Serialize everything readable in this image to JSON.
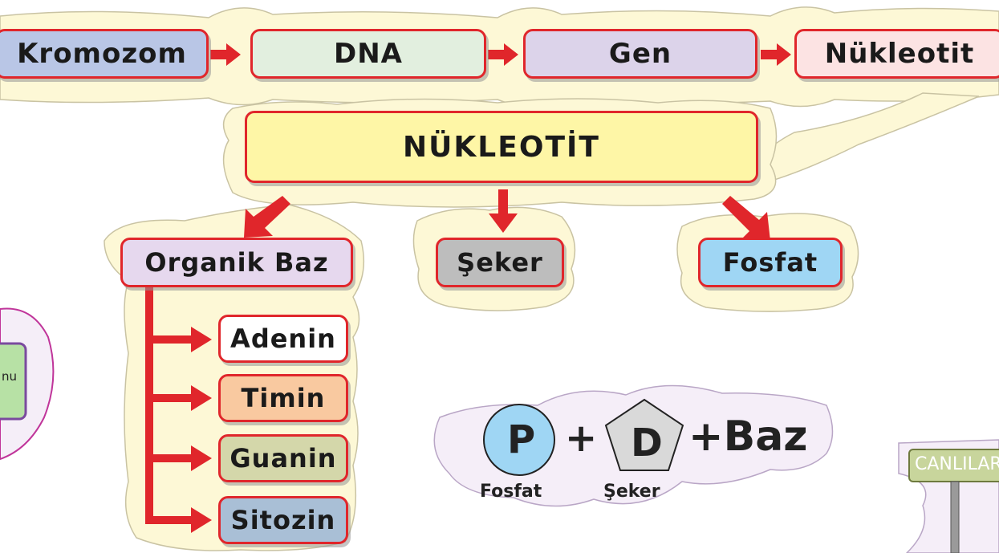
{
  "chain": [
    "Kromozom",
    "DNA",
    "Gen",
    "Nükleotit"
  ],
  "title": "NÜKLEOTİT",
  "components": [
    "Organik Baz",
    "Şeker",
    "Fosfat"
  ],
  "bases": [
    "Adenin",
    "Timin",
    "Guanin",
    "Sitozin"
  ],
  "formula": {
    "p": "P",
    "plus1": "+",
    "d": "D",
    "plus_baz": "+Baz",
    "fosfat_label": "Fosfat",
    "seker_label": "Şeker"
  },
  "side_left_text": "nu",
  "side_right_text": "CANLILAR",
  "colors": {
    "border": "#e0262b",
    "arrow": "#e0262b",
    "kromozom": "#b9c6e6",
    "dna": "#e2efdf",
    "gen": "#dcd3ea",
    "nukleotit": "#fce3e3",
    "title": "#fef6a6",
    "organik_baz": "#e6d8ee",
    "seker": "#bdbdbd",
    "fosfat": "#9fd6f4",
    "adenin": "#ffffff",
    "timin": "#f9c9a0",
    "guanin": "#d4d7aa",
    "sitozin": "#a9bfd6",
    "cloud": "#fdf8d6",
    "lavender": "#f5eef8"
  }
}
